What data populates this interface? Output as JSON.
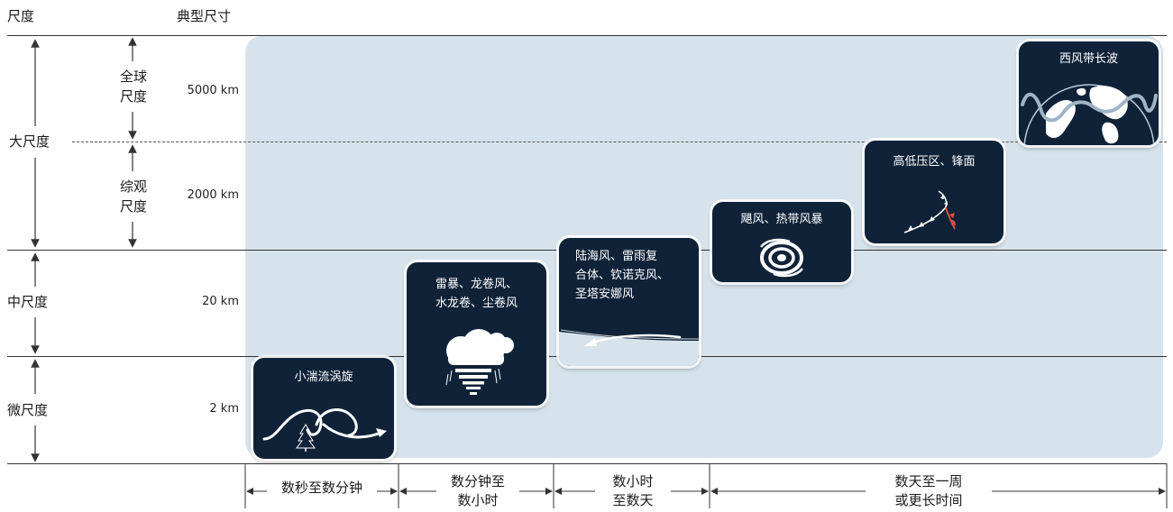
{
  "headers": {
    "scale": "尺度",
    "size": "典型尺寸"
  },
  "scales": [
    {
      "name": "大尺度"
    },
    {
      "name": "中尺度"
    },
    {
      "name": "微尺度"
    }
  ],
  "sub_scales": [
    {
      "name": "全球\n尺度"
    },
    {
      "name": "综观\n尺度"
    }
  ],
  "sizes": [
    "5000 km",
    "2000 km",
    "20 km",
    "2 km"
  ],
  "phenomena": [
    {
      "title": "小湍流涡旋",
      "icon": "eddy-icon"
    },
    {
      "title": "雷暴、龙卷风、\n水龙卷、尘卷风",
      "icon": "thunderstorm-icon"
    },
    {
      "title": "陆海风、雷雨复\n合体、钦诺克风、\n圣塔安娜风",
      "icon": "sea-breeze-icon"
    },
    {
      "title": "飓风、热带风暴",
      "icon": "hurricane-icon"
    },
    {
      "title": "高低压区、锋面",
      "icon": "front-icon"
    },
    {
      "title": "西风带长波",
      "icon": "globe-icon"
    }
  ],
  "time_ranges": [
    {
      "label": "数秒至数分钟"
    },
    {
      "label": "数分钟至\n数小时"
    },
    {
      "label": "数小时\n至数天"
    },
    {
      "label": "数天至一周\n或更长时间"
    }
  ],
  "colors": {
    "card": "#0f2238",
    "shade": "#d6e3ec",
    "front_red": "#e2553a"
  }
}
